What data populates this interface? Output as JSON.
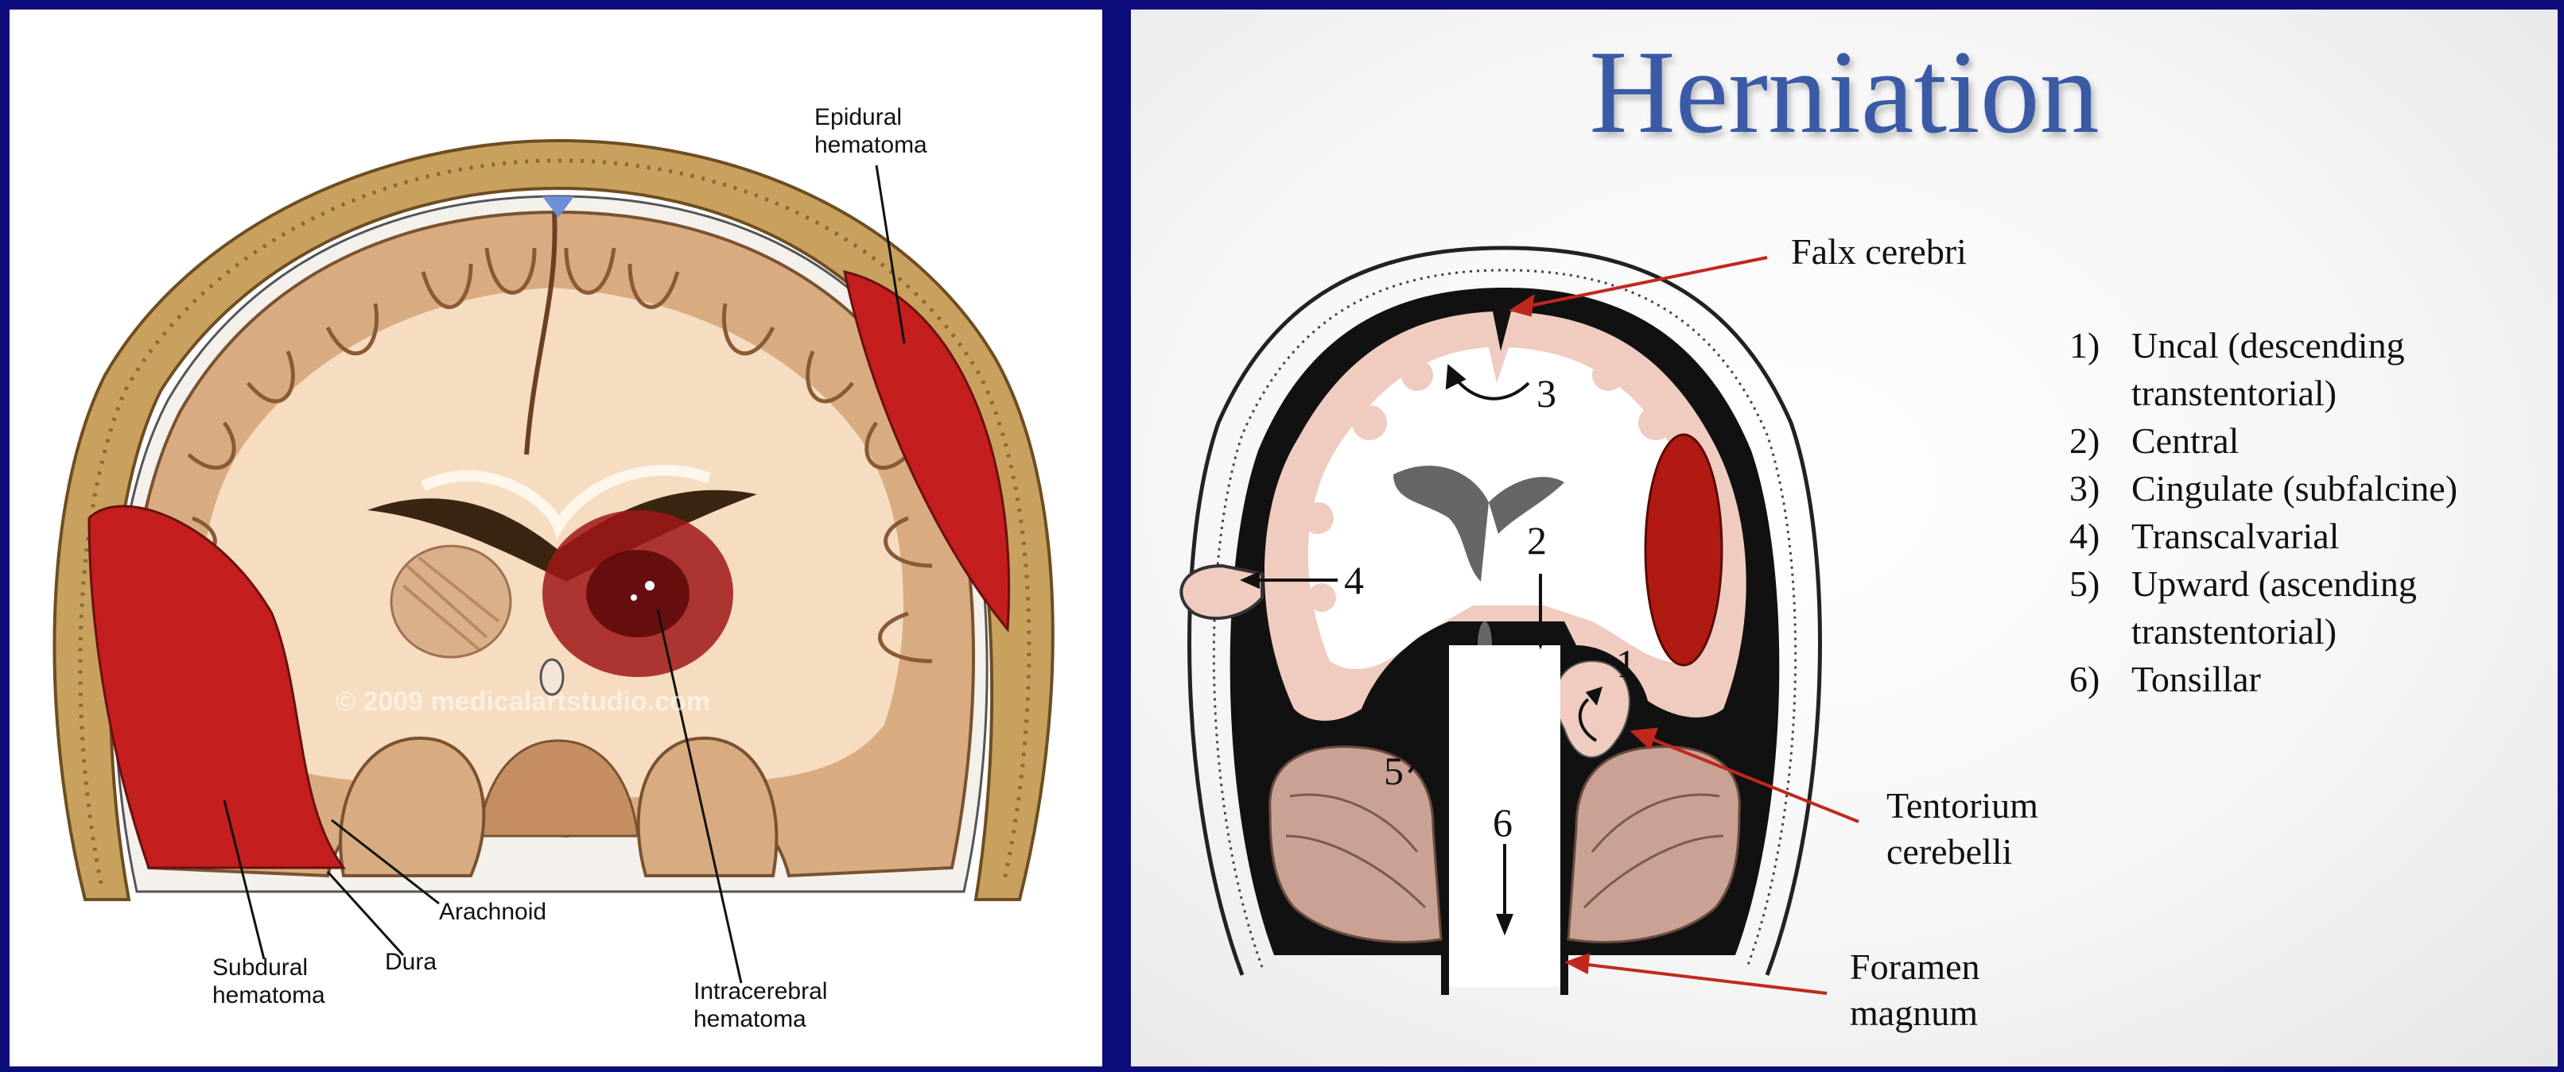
{
  "left_panel": {
    "labels": {
      "epidural_1": "Epidural",
      "epidural_2": "hematoma",
      "subdural_1": "Subdural",
      "subdural_2": "hematoma",
      "dura": "Dura",
      "arachnoid": "Arachnoid",
      "intracerebral_1": "Intracerebral",
      "intracerebral_2": "hematoma",
      "watermark": "© 2009 medicalartstudio.com"
    }
  },
  "right_panel": {
    "title": "Herniation",
    "labels": {
      "falx": "Falx cerebri",
      "tentorium_1": "Tentorium",
      "tentorium_2": "cerebelli",
      "foramen_1": "Foramen",
      "foramen_2": "magnum"
    },
    "diagram_numbers": [
      "1",
      "2",
      "3",
      "4",
      "5",
      "6"
    ],
    "legend": [
      {
        "num": "1)",
        "text": "Uncal (descending transtentorial)"
      },
      {
        "num": "2)",
        "text": "Central"
      },
      {
        "num": "3)",
        "text": "Cingulate (subfalcine)"
      },
      {
        "num": "4)",
        "text": "Transcalvarial"
      },
      {
        "num": "5)",
        "text": "Upward (ascending transtentorial)"
      },
      {
        "num": "6)",
        "text": "Tonsillar"
      }
    ]
  },
  "colors": {
    "border": "#0b0b7a",
    "title": "#3a5aa6",
    "pointer": "#c0281e",
    "hematoma": "#b82020"
  }
}
